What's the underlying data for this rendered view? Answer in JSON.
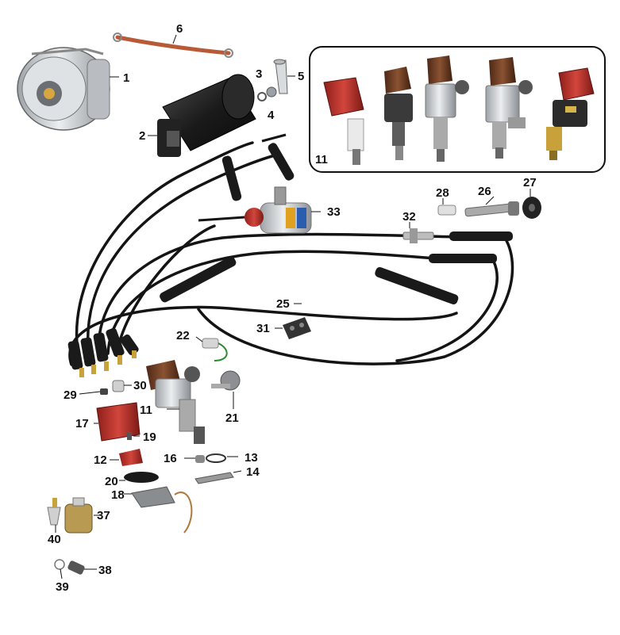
{
  "diagram": {
    "callouts": [
      {
        "id": "c1",
        "label": "1"
      },
      {
        "id": "c2",
        "label": "2"
      },
      {
        "id": "c3",
        "label": "3"
      },
      {
        "id": "c4",
        "label": "4"
      },
      {
        "id": "c5",
        "label": "5"
      },
      {
        "id": "c6",
        "label": "6"
      },
      {
        "id": "c11a",
        "label": "11"
      },
      {
        "id": "c11b",
        "label": "11"
      },
      {
        "id": "c12",
        "label": "12"
      },
      {
        "id": "c13",
        "label": "13"
      },
      {
        "id": "c14",
        "label": "14"
      },
      {
        "id": "c16",
        "label": "16"
      },
      {
        "id": "c17",
        "label": "17"
      },
      {
        "id": "c18",
        "label": "18"
      },
      {
        "id": "c19",
        "label": "19"
      },
      {
        "id": "c20",
        "label": "20"
      },
      {
        "id": "c21",
        "label": "21"
      },
      {
        "id": "c22",
        "label": "22"
      },
      {
        "id": "c25",
        "label": "25"
      },
      {
        "id": "c26",
        "label": "26"
      },
      {
        "id": "c27",
        "label": "27"
      },
      {
        "id": "c28",
        "label": "28"
      },
      {
        "id": "c29",
        "label": "29"
      },
      {
        "id": "c30",
        "label": "30"
      },
      {
        "id": "c31",
        "label": "31"
      },
      {
        "id": "c32",
        "label": "32"
      },
      {
        "id": "c33",
        "label": "33"
      },
      {
        "id": "c37",
        "label": "37"
      },
      {
        "id": "c38",
        "label": "38"
      },
      {
        "id": "c39",
        "label": "39"
      },
      {
        "id": "c40",
        "label": "40"
      }
    ],
    "colors": {
      "cap_red": "#b8302a",
      "cap_brown": "#6b3a22",
      "metal": "#c9ccd0",
      "wire": "#141414",
      "copper": "#c46a3a",
      "brass": "#c9a23a"
    }
  }
}
